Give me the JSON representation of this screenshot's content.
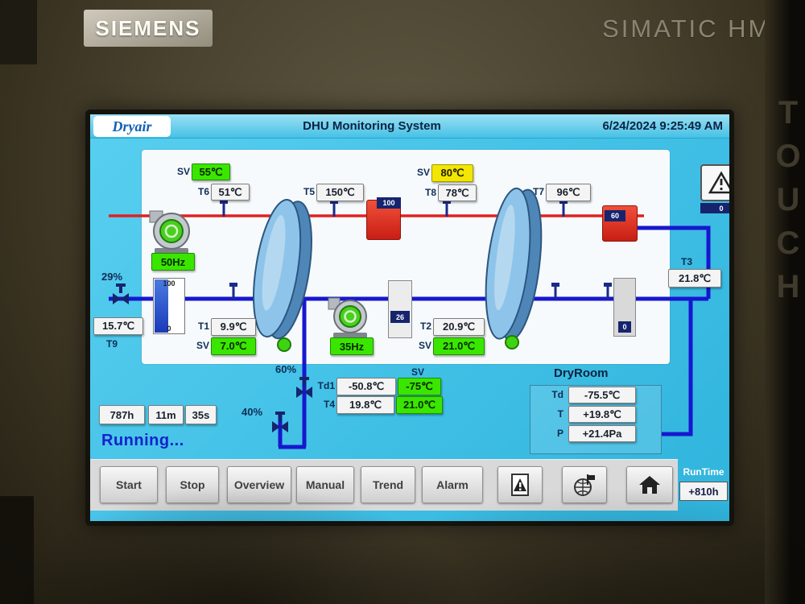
{
  "bezel": {
    "brand": "SIEMENS",
    "model": "SIMATIC HMI",
    "edge": "TOUCH"
  },
  "header": {
    "logo": "Dryair",
    "title": "DHU Monitoring System",
    "datetime": "6/24/2024 9:25:49 AM"
  },
  "alarm": {
    "count": "0"
  },
  "top": {
    "sv1_label": "SV",
    "sv1": "55℃",
    "t6_label": "T6",
    "t6": "51℃",
    "t5_label": "T5",
    "t5": "150℃",
    "tank1": "100",
    "sv2_label": "SV",
    "sv2": "80℃",
    "t8_label": "T8",
    "t8": "78℃",
    "t7_label": "T7",
    "t7": "96℃",
    "tank2": "60"
  },
  "mid": {
    "fan1": "50Hz",
    "valve_left": "29%",
    "gauge_max": "100",
    "gauge_min": "0",
    "t9_label": "T9",
    "t9": "15.7℃",
    "t1_label": "T1",
    "t1": "9.9℃",
    "sv3_label": "SV",
    "sv3": "7.0℃",
    "fan2": "35Hz",
    "tank3": "26",
    "t2_label": "T2",
    "t2": "20.9℃",
    "sv4_label": "SV",
    "sv4": "21.0℃",
    "tank4": "0",
    "t3_label": "T3",
    "t3": "21.8℃"
  },
  "bottom": {
    "valve2": "60%",
    "td1_label": "Td1",
    "td1": "-50.8℃",
    "sv5_label": "SV",
    "sv5": "-75℃",
    "t4_label": "T4",
    "t4": "19.8℃",
    "t4_sv": "21.0℃",
    "rt_h": "787h",
    "rt_m": "11m",
    "rt_s": "35s",
    "valve3": "40%",
    "status": "Running..."
  },
  "dryroom": {
    "title": "DryRoom",
    "rows": [
      {
        "label": "Td",
        "value": "-75.5℃"
      },
      {
        "label": "T",
        "value": "+19.8℃"
      },
      {
        "label": "P",
        "value": "+21.4Pa"
      }
    ]
  },
  "toolbar": {
    "start": "Start",
    "stop": "Stop",
    "overview": "Overview",
    "manual": "Manual",
    "trend": "Trend",
    "alarm": "Alarm",
    "runtime_label": "RunTime",
    "runtime_value": "+810h"
  }
}
